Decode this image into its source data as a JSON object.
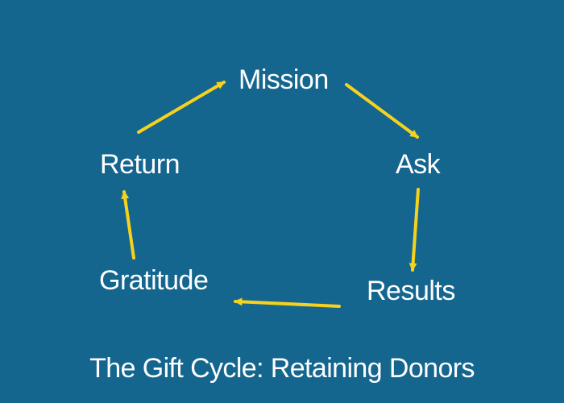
{
  "diagram": {
    "title": "The Gift Cycle: Retaining Donors",
    "nodes": [
      {
        "id": "mission",
        "label": "Mission"
      },
      {
        "id": "ask",
        "label": "Ask"
      },
      {
        "id": "results",
        "label": "Results"
      },
      {
        "id": "gratitude",
        "label": "Gratitude"
      },
      {
        "id": "return",
        "label": "Return"
      }
    ],
    "edges": [
      {
        "from": "mission",
        "to": "ask"
      },
      {
        "from": "ask",
        "to": "results"
      },
      {
        "from": "results",
        "to": "gratitude"
      },
      {
        "from": "gratitude",
        "to": "return"
      },
      {
        "from": "return",
        "to": "mission"
      }
    ]
  },
  "colors": {
    "background": "#14668f",
    "arrow": "#f7d21d",
    "text": "#ffffff"
  }
}
